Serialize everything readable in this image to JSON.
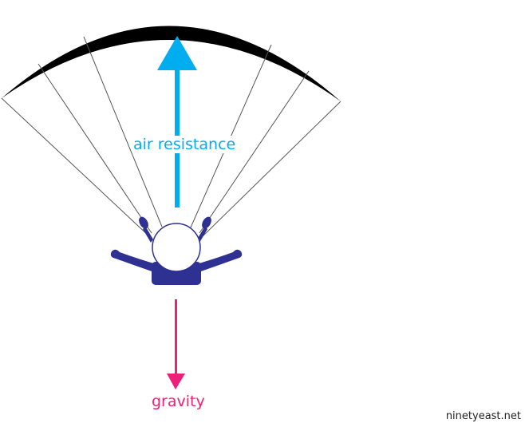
{
  "title": "Parachute forces diagram",
  "labels": {
    "air_resistance": "air resistance",
    "gravity": "gravity",
    "credit": "ninetyeast.net"
  },
  "colors": {
    "air_resistance": "#00aeef",
    "gravity": "#ec2079",
    "parachutist": "#2e3192",
    "canopy": "#000000",
    "lines": "#555555"
  },
  "icons": {
    "canopy": "parachute-canopy-icon",
    "person": "skydiver-icon",
    "up_arrow": "arrow-up-icon",
    "down_arrow": "arrow-down-icon"
  }
}
